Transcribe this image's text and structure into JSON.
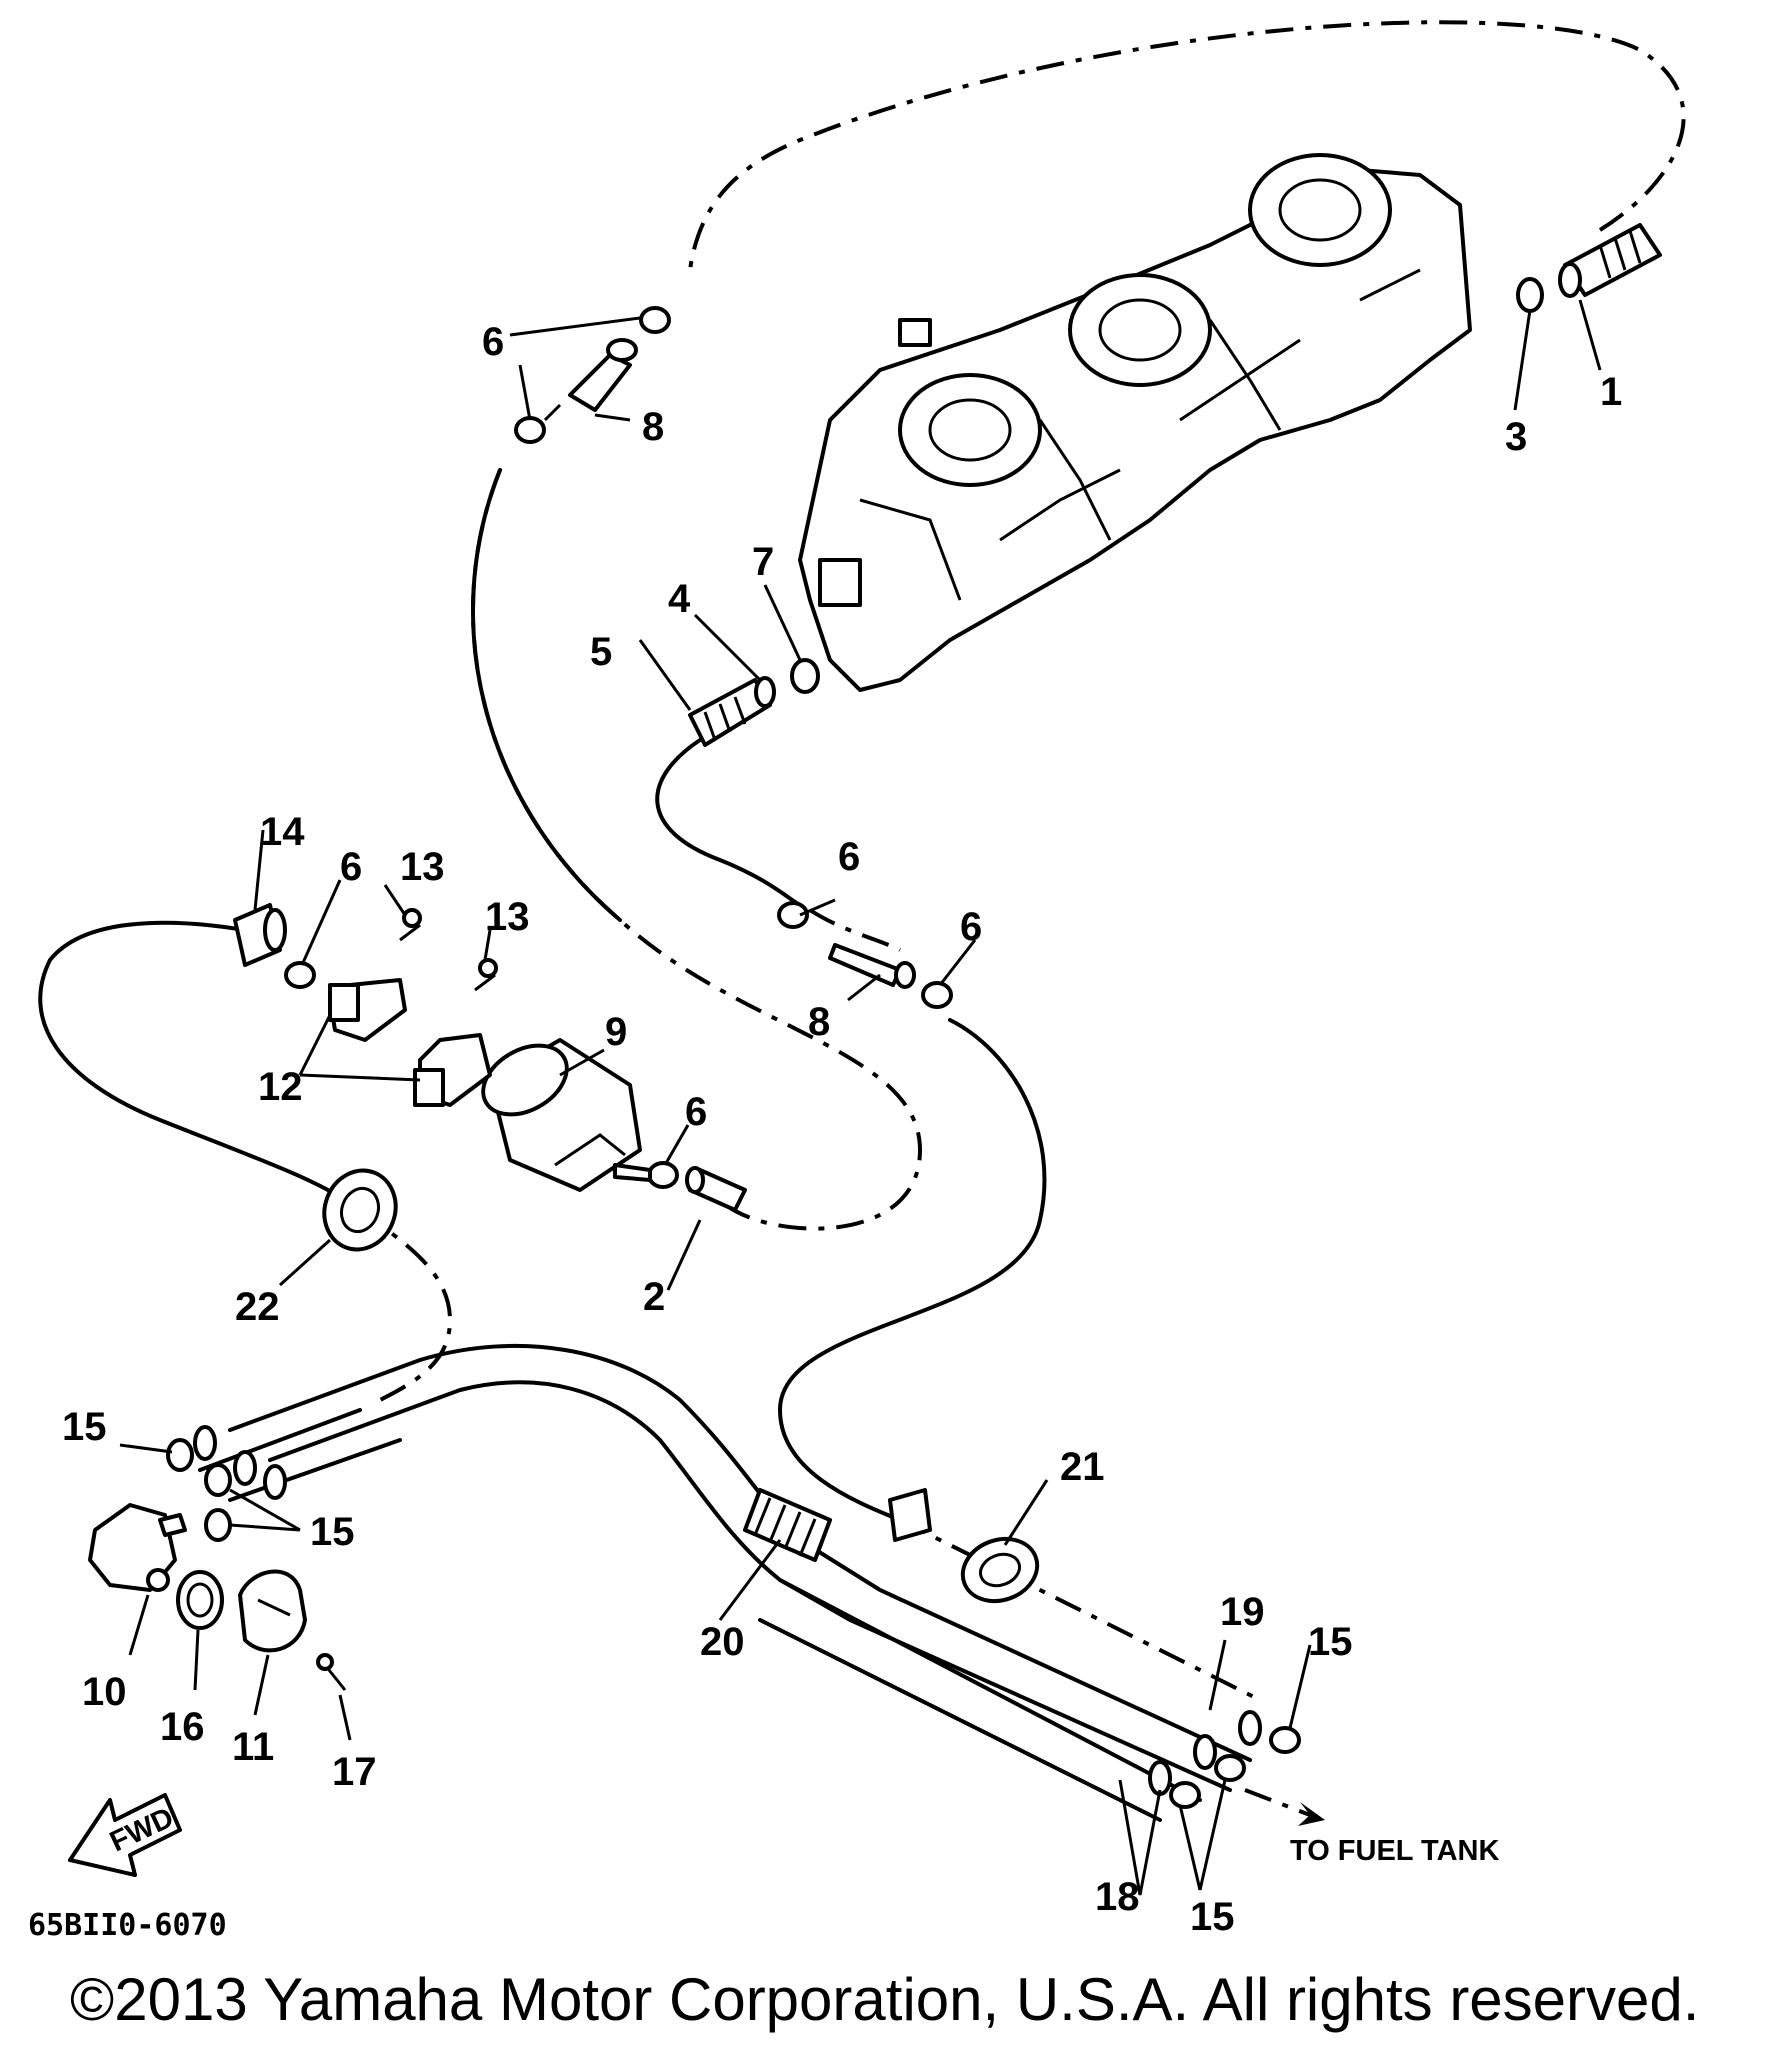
{
  "diagram": {
    "callouts": [
      "1",
      "2",
      "3",
      "4",
      "5",
      "6",
      "7",
      "8",
      "9",
      "10",
      "11",
      "12",
      "13",
      "14",
      "15",
      "16",
      "17",
      "18",
      "19",
      "20",
      "21",
      "22"
    ],
    "destination_label": "TO FUEL TANK",
    "forward_label": "FWD",
    "drawing_code": "65BII0-6070",
    "copyright": "©2013 Yamaha Motor Corporation, U.S.A. All rights reserved."
  }
}
